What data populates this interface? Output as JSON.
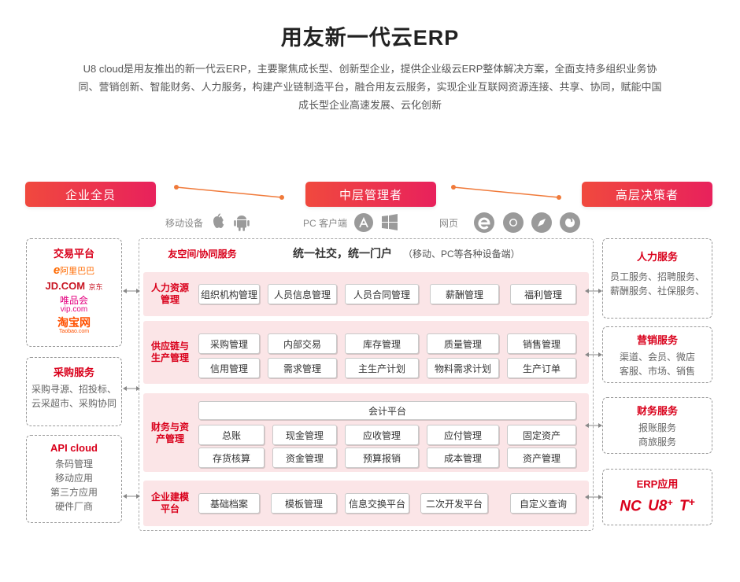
{
  "header": {
    "title": "用友新一代云ERP",
    "desc_lines": [
      "U8 cloud是用友推出的新一代云ERP，主要聚焦成长型、创新型企业，提供企业级云ERP整体解决方案，全面支持多组织业务协",
      "同、营销创新、智能财务、人力服务，构建产业链制造平台，融合用友云服务，实现企业互联网资源连接、共享、协同，赋能中国",
      "成长型企业高速发展、云化创新"
    ]
  },
  "roles": [
    "企业全员",
    "中层管理者",
    "高层决策者"
  ],
  "devices": {
    "mobile": "移动设备",
    "pc": "PC 客户端",
    "web": "网页",
    "mobile_icons": [
      "apple-icon",
      "android-icon"
    ],
    "pc_icons": [
      "appstore-icon",
      "windows-icon"
    ],
    "web_icons": [
      "ie-icon",
      "chrome-icon",
      "safari-icon",
      "firefox-icon"
    ]
  },
  "left": {
    "trade": {
      "title": "交易平台",
      "logos": [
        "阿里巴巴",
        "JD.COM",
        "唯品会",
        "vip.com",
        "淘宝网",
        "京东",
        "Taobao.com"
      ]
    },
    "purchase": {
      "title": "采购服务",
      "lines": [
        "采购寻源、招投标、",
        "云采超市、采购协同"
      ]
    },
    "api": {
      "title": "API cloud",
      "lines": [
        "条码管理",
        "移动应用",
        "第三方应用",
        "硬件厂商"
      ]
    }
  },
  "right": {
    "hr": {
      "title": "人力服务",
      "lines": [
        "员工服务、招聘服务、",
        "薪酬服务、社保服务、"
      ]
    },
    "marketing": {
      "title": "营销服务",
      "lines": [
        "渠道、会员、微店",
        "客服、市场、销售"
      ]
    },
    "finance": {
      "title": "财务服务",
      "lines": [
        "报账服务",
        "商旅服务"
      ]
    },
    "erp": {
      "title": "ERP应用",
      "logos": [
        "NC",
        "U8",
        "+",
        "T",
        "+"
      ]
    }
  },
  "center": {
    "top": {
      "label": "友空间/协同服务",
      "main": "统一社交，统一门户",
      "sub": "（移动、PC等各种设备端）"
    },
    "hr": {
      "label": [
        "人力资源",
        "管理"
      ],
      "modules": [
        "组织机构管理",
        "人员信息管理",
        "人员合同管理",
        "薪酬管理",
        "福利管理"
      ]
    },
    "scm": {
      "label": [
        "供应链与",
        "生产管理"
      ],
      "row1": [
        "采购管理",
        "内部交易",
        "库存管理",
        "质量管理",
        "销售管理"
      ],
      "row2": [
        "信用管理",
        "需求管理",
        "主生产计划",
        "物料需求计划",
        "生产订单"
      ]
    },
    "fin": {
      "label": [
        "财务与资",
        "产管理"
      ],
      "platform": "会计平台",
      "row1": [
        "总账",
        "现金管理",
        "应收管理",
        "应付管理",
        "固定资产"
      ],
      "row2": [
        "存货核算",
        "资金管理",
        "预算报销",
        "成本管理",
        "资产管理"
      ]
    },
    "modeling": {
      "label": [
        "企业建模",
        "平台"
      ],
      "modules": [
        "基础档案",
        "模板管理",
        "信息交换平台",
        "二次开发平台",
        "自定义查询"
      ]
    }
  },
  "colors": {
    "accent": "#d9001b",
    "role_start": "#f0493e",
    "role_end": "#e8215c",
    "band": "#fbe5e7",
    "connector": "#f07a3a"
  }
}
